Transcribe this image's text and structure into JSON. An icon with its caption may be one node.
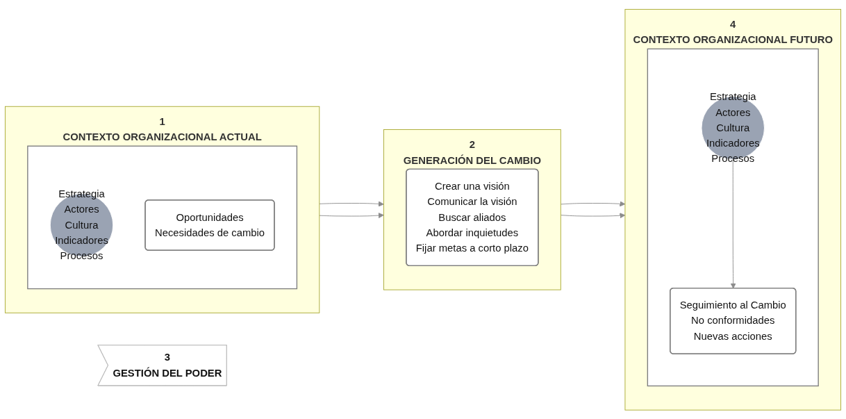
{
  "diagram": {
    "nodes": [
      {
        "text": [
          "1",
          "CONTEXTO ORGANIZACIONAL ACTUAL"
        ]
      },
      {
        "text": [],
        "shape": "box",
        "in": 0
      },
      {
        "text": [
          "Estrategia",
          "Actores",
          "Cultura",
          "Indicadores",
          "Procesos"
        ],
        "in": 1
      },
      {
        "text": [
          "Oportunidades",
          "Necesidades de cambio"
        ],
        "in": 1
      },
      {
        "text": [
          "2",
          "GENERACIÓN DEL CAMBIO"
        ]
      },
      {
        "text": [
          "Crear una visión",
          "Comunicar la visión",
          "Buscar aliados",
          "Abordar inquietudes",
          "Fijar metas a corto plazo"
        ],
        "in": 4
      },
      {
        "text": [
          "4",
          "CONTEXTO ORGANIZACIONAL FUTURO"
        ]
      },
      {
        "text": [],
        "shape": "box",
        "in": 6
      },
      {
        "text": [
          "Estrategia",
          "Actores",
          "Cultura",
          "Indicadores",
          "Procesos"
        ],
        "in": 7
      },
      {
        "text": [
          "Seguimiento al Cambio",
          "No conformidades",
          "Nuevas acciones"
        ],
        "in": 7
      },
      {
        "text": [
          "3",
          "GESTIÓN DEL PODER"
        ]
      }
    ],
    "edges": [
      {
        "from": 0,
        "to": 4,
        "arrow": "to"
      },
      {
        "from": 0,
        "to": 4,
        "arrow": "to"
      },
      {
        "from": 4,
        "to": 6,
        "arrow": "to"
      },
      {
        "from": 4,
        "to": 6,
        "arrow": "to"
      },
      {
        "from": 8,
        "to": 9,
        "arrow": "to"
      }
    ]
  }
}
